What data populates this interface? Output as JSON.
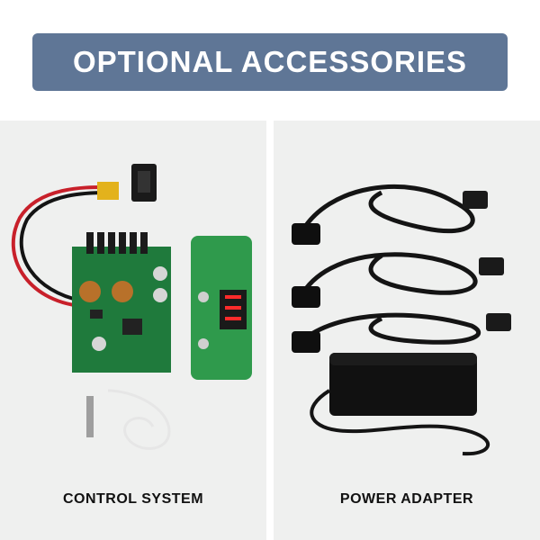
{
  "banner": {
    "title": "OPTIONAL ACCESSORIES"
  },
  "panels": [
    {
      "caption": "CONTROL SYSTEM",
      "depicts": "control-board-with-display-and-sensor"
    },
    {
      "caption": "POWER ADAPTER",
      "depicts": "power-cords-and-adapter-brick"
    }
  ],
  "colors": {
    "banner_bg": "#5f7696",
    "banner_text": "#ffffff",
    "panel_bg": "#eff0ef",
    "pcb_green": "#1f7a3c",
    "display_board_green": "#2f9a4c",
    "cable_black": "#141414",
    "wire_red": "#c8202a",
    "connector_yellow": "#e3b21c",
    "caption_text": "#111111"
  }
}
